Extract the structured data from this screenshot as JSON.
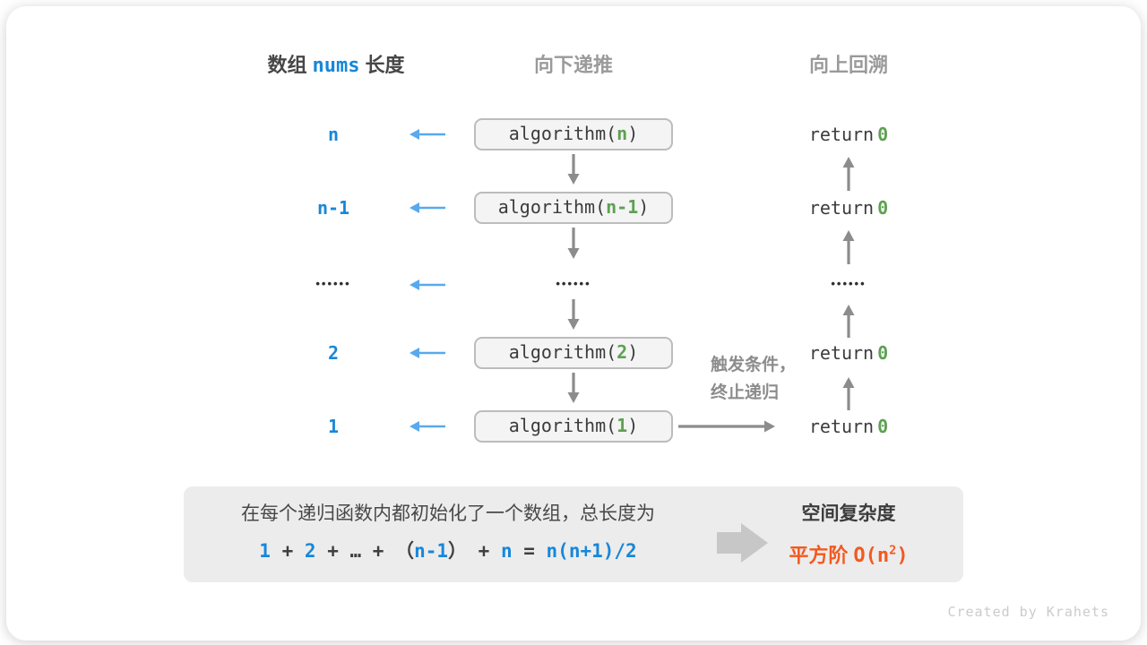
{
  "headers": {
    "array_label_prefix": "数组",
    "array_code": "nums",
    "array_label_suffix": "长度",
    "recurse_down": "向下递推",
    "backtrack_up": "向上回溯"
  },
  "rows": [
    {
      "depth": "n",
      "call_prefix": "algorithm(",
      "call_param": "n",
      "call_suffix": ")",
      "ret_keyword": "return",
      "ret_value": "0"
    },
    {
      "depth": "n-1",
      "call_prefix": "algorithm(",
      "call_param": "n-1",
      "call_suffix": ")",
      "ret_keyword": "return",
      "ret_value": "0"
    },
    {
      "depth": "••••••",
      "call_mid": "••••••",
      "ret_mid": "••••••"
    },
    {
      "depth": "2",
      "call_prefix": "algorithm(",
      "call_param": "2",
      "call_suffix": ")",
      "ret_keyword": "return",
      "ret_value": "0"
    },
    {
      "depth": "1",
      "call_prefix": "algorithm(",
      "call_param": "1",
      "call_suffix": ")",
      "ret_keyword": "return",
      "ret_value": "0"
    }
  ],
  "trigger_note": {
    "line1": "触发条件，",
    "line2": "终止递归"
  },
  "summary": {
    "line1": "在每个递归函数内都初始化了一个数组，总长度为",
    "formula": {
      "s0": "1",
      "s1": " + ",
      "s2": "2",
      "s3": " + … + （",
      "s4": "n-1",
      "s5": "） + ",
      "s6": "n",
      "s7": " = ",
      "s8": "n(n+1)/2"
    },
    "complexity_title": "空间复杂度",
    "complexity_prefix": "平方阶",
    "big_o_open": "O(n",
    "exponent": "2",
    "big_o_close": ")"
  },
  "watermark": "Created by Krahets",
  "colors": {
    "blue_text": "#1787d9",
    "light_blue_arrow": "#58a9ef",
    "green_value": "#5ea152",
    "orange_complexity": "#f3591f",
    "gray_arrow": "#8c8c8c",
    "box_fill": "#f4f4f4",
    "box_border": "#bcbcbc",
    "summary_fill": "#ececec",
    "dark_text": "#3c3c3c",
    "header_gray": "#9a9a9a"
  }
}
